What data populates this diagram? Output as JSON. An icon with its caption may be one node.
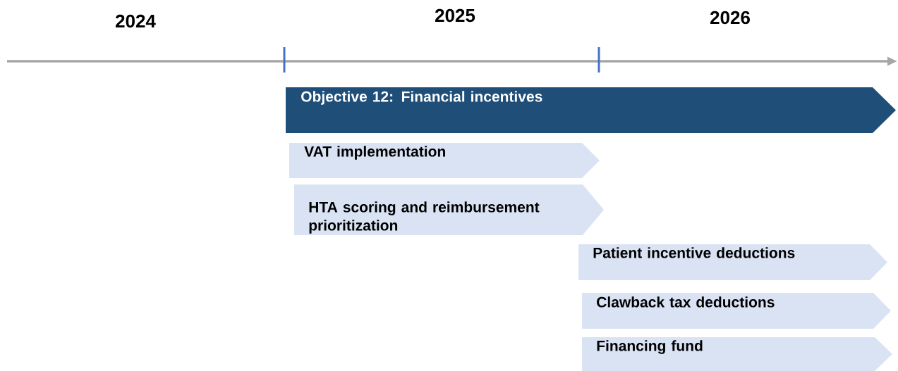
{
  "diagram": {
    "nodes": [
      {
        "text": [
          "Objective 12: Financial incentives"
        ]
      },
      {
        "text": [
          "VAT implementation"
        ]
      },
      {
        "text": [
          "HTA scoring and reimbursement prioritization"
        ]
      },
      {
        "text": [
          "Patient incentive deductions"
        ]
      },
      {
        "text": [
          "Clawback tax deductions"
        ]
      },
      {
        "text": [
          "Financing fund"
        ]
      }
    ],
    "labels": [
      "2024",
      "2025",
      "2026"
    ]
  }
}
